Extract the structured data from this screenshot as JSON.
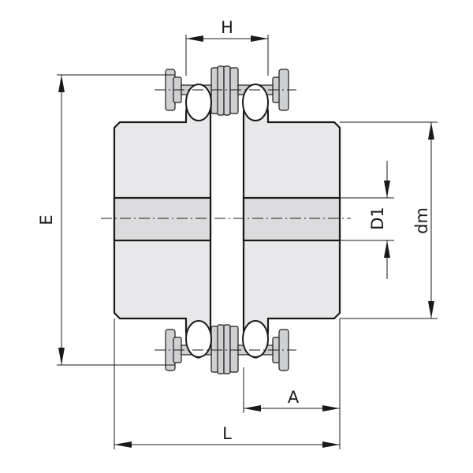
{
  "figure": {
    "labels": {
      "H": "H",
      "E": "E",
      "D1": "D1",
      "dm": "dm",
      "A": "A",
      "L": "L"
    },
    "colors": {
      "body_fill": "#e8e8ea",
      "chain_fill": "#cfd0d2",
      "line": "#1a1a1a",
      "background": "#ffffff"
    }
  }
}
